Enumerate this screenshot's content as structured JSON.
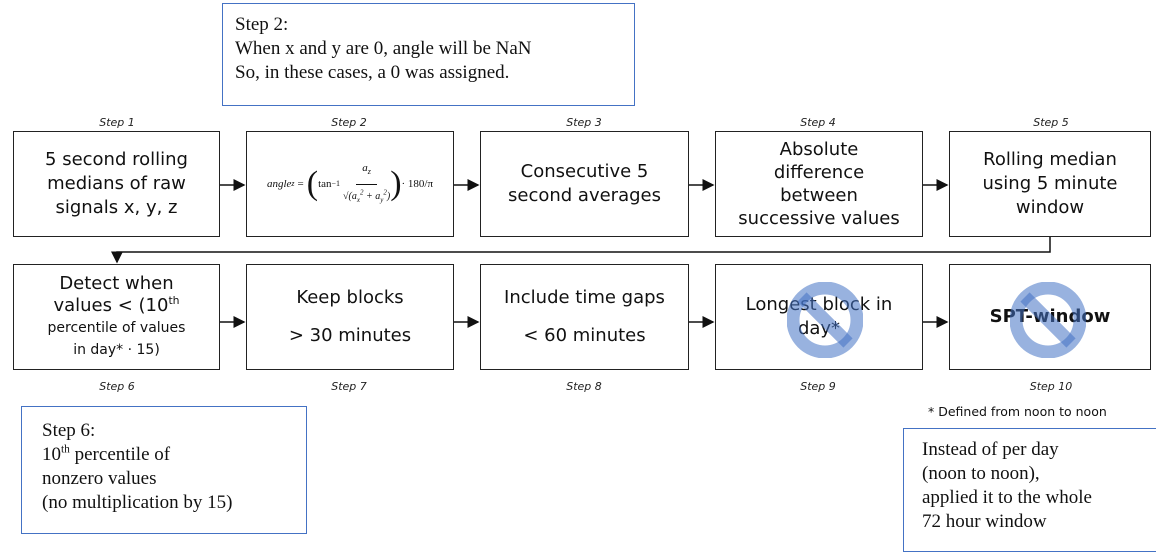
{
  "notes": {
    "top": {
      "line1": "Step 2:",
      "line2": "When x and y are 0, angle will be NaN",
      "line3": "So, in these cases, a 0 was assigned."
    },
    "bottom_left": {
      "line1": "Step 6:",
      "line2_num": "10",
      "line2_sup": "th",
      "line2_rest": " percentile of",
      "line3": "nonzero values",
      "line4": "(no multiplication by 15)"
    },
    "bottom_right": {
      "line1": "Instead of per day",
      "line2": "(noon to noon),",
      "line3": "applied it to the whole",
      "line4": "72 hour window"
    }
  },
  "steps": {
    "s1": {
      "label": "Step 1",
      "text": "5 second rolling medians of raw signals x, y, z"
    },
    "s2": {
      "label": "Step 2",
      "formula_lhs": "angle",
      "formula_sub": "z",
      "formula_eq": "=",
      "formula_fn": "tan",
      "formula_inv": "−1",
      "formula_num": "a",
      "formula_num_sub": "z",
      "formula_den": "√(a",
      "formula_tail": "· 180/π"
    },
    "s3": {
      "label": "Step 3",
      "text": "Consecutive 5 second averages"
    },
    "s4": {
      "label": "Step 4",
      "line1": "Absolute",
      "line2": "difference",
      "line3": "between",
      "line4": "successive values"
    },
    "s5": {
      "label": "Step 5",
      "text": "Rolling median using 5 minute window"
    },
    "s6": {
      "label": "Step 6",
      "line1": "Detect when",
      "line2_a": "values < (10",
      "line2_sup": "th",
      "line3": "percentile of values",
      "line4": "in day* · 15)"
    },
    "s7": {
      "label": "Step 7",
      "line1": "Keep blocks",
      "line2": "> 30 minutes"
    },
    "s8": {
      "label": "Step 8",
      "line1": "Include time gaps",
      "line2": "< 60 minutes"
    },
    "s9": {
      "label": "Step 9",
      "line1": "Longest block in",
      "line2": "day*"
    },
    "s10": {
      "label": "Step 10",
      "text": "SPT-window"
    }
  },
  "footnote": "* Defined from noon to noon",
  "colors": {
    "note_border": "#4472c4",
    "prohibit_fill": "#8eaadb",
    "prohibit_stroke": "#4472c4"
  },
  "icons": [
    "prohibited-sign-icon"
  ]
}
